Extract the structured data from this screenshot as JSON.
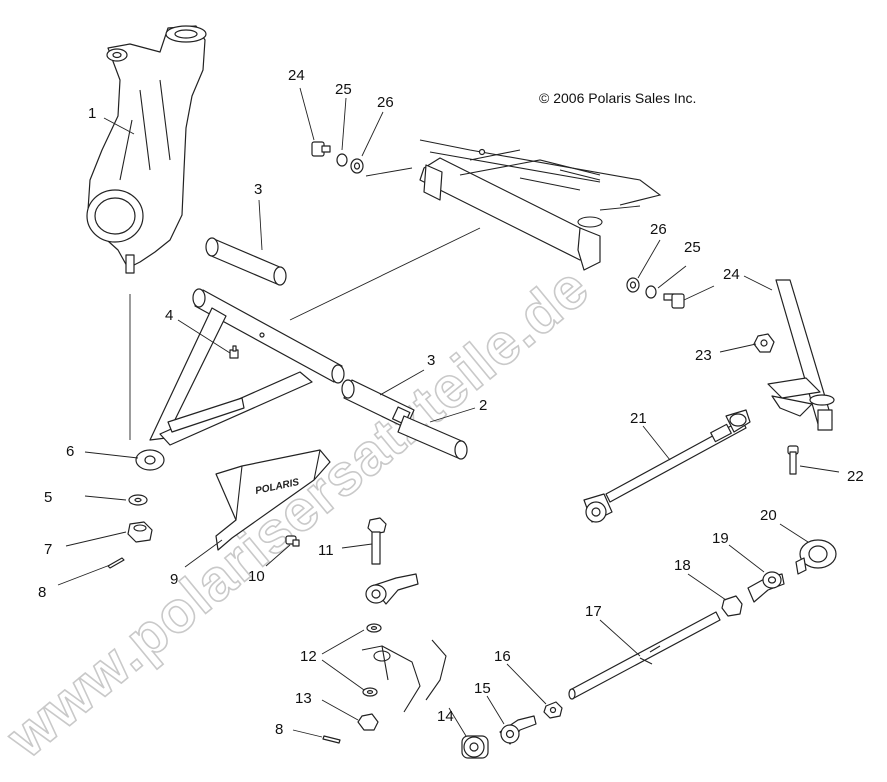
{
  "copyright": "© 2006 Polaris Sales Inc.",
  "watermark": "www.polarisersatzteile.de",
  "guard_logo": "POLARIS",
  "callouts": {
    "c1": "1",
    "c2": "2",
    "c3a": "3",
    "c3b": "3",
    "c4": "4",
    "c5": "5",
    "c6": "6",
    "c7": "7",
    "c8a": "8",
    "c8b": "8",
    "c9": "9",
    "c10": "10",
    "c11": "11",
    "c12": "12",
    "c13": "13",
    "c14": "14",
    "c15": "15",
    "c16": "16",
    "c17": "17",
    "c18": "18",
    "c19": "19",
    "c20": "20",
    "c21": "21",
    "c22": "22",
    "c23": "23",
    "c24a": "24",
    "c24b": "24",
    "c25a": "25",
    "c25b": "25",
    "c26a": "26",
    "c26b": "26"
  },
  "colors": {
    "line": "#222222",
    "watermark": "#c9c9c9",
    "background": "#ffffff"
  }
}
